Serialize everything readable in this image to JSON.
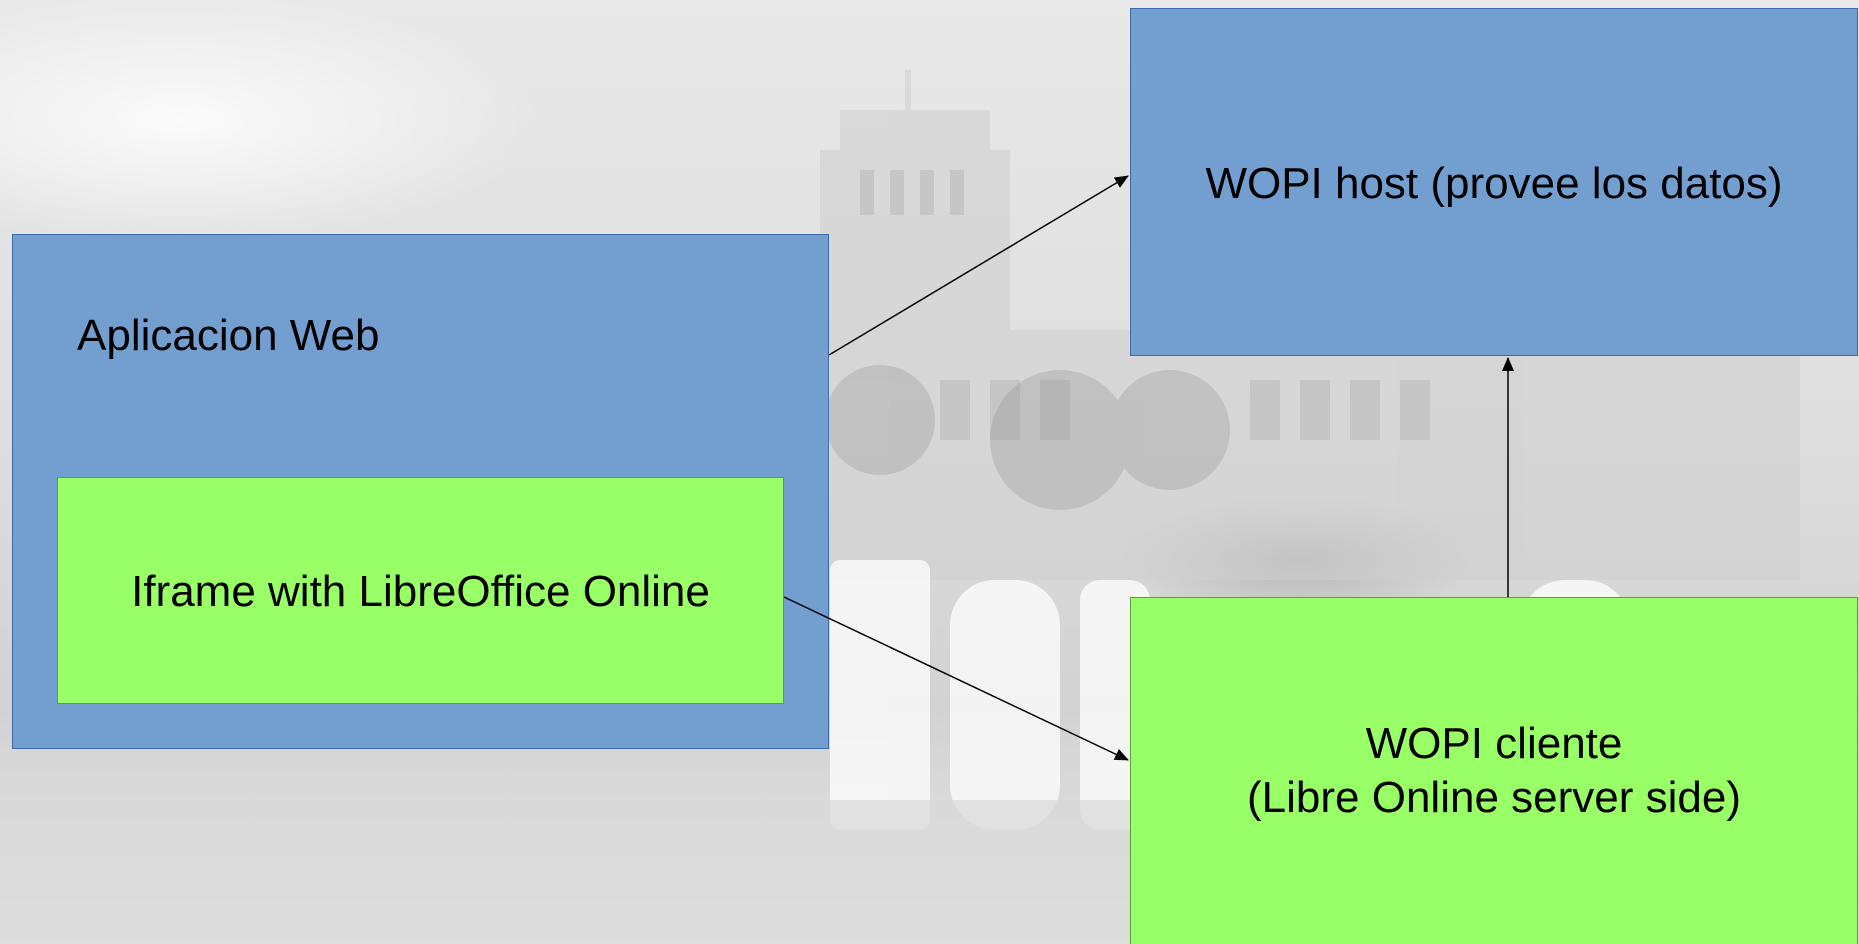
{
  "boxes": {
    "web_app": {
      "label": "Aplicacion Web"
    },
    "iframe": {
      "label": "Iframe with LibreOffice Online"
    },
    "wopi_host": {
      "label": "WOPI host (provee los datos)"
    },
    "wopi_client": {
      "line1": "WOPI cliente",
      "line2": "(Libre Online server side)"
    }
  },
  "colors": {
    "box_blue": "#729fcf",
    "box_green": "#99ff66",
    "arrow": "#000000"
  }
}
